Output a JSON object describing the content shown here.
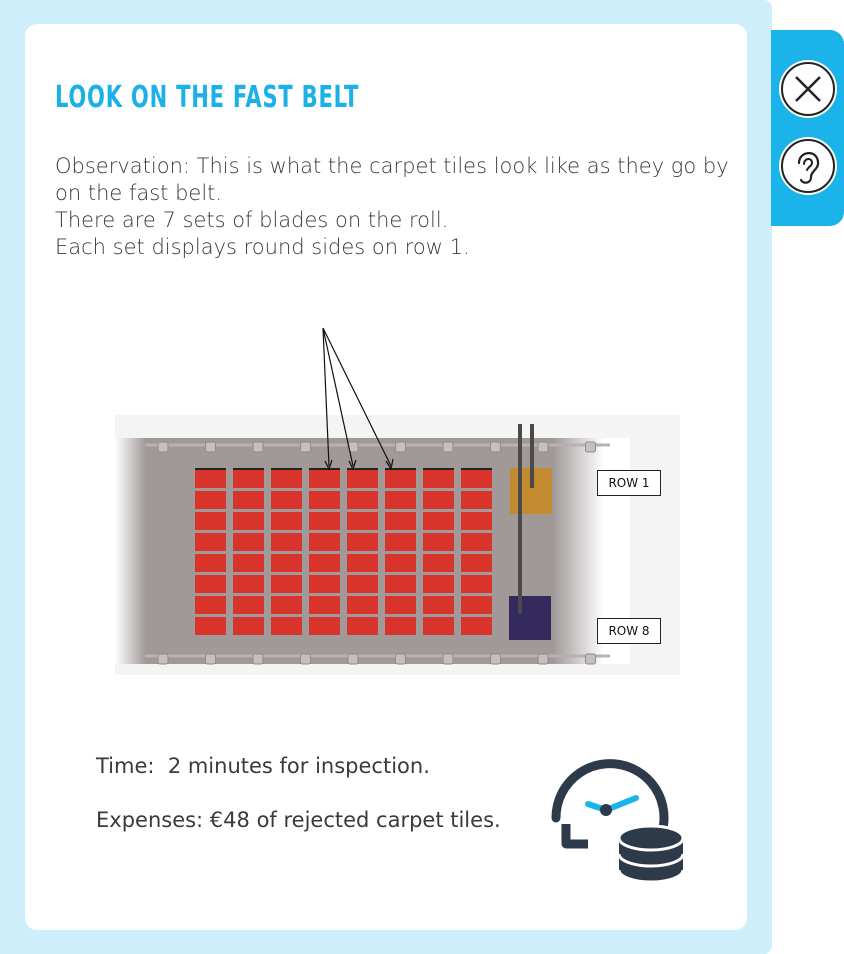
{
  "title": "LOOK ON THE FAST BELT",
  "observation": {
    "line1": "Observation: This is what the carpet tiles look like as they go by",
    "line2": "on the fast belt.",
    "line3": "There are 7 sets of blades on the roll.",
    "line4": "Each set displays round sides on row 1."
  },
  "diagram": {
    "row_top_label": "ROW 1",
    "row_bottom_label": "ROW 8",
    "tile_color": "#d9342b",
    "belt_color": "#a09998"
  },
  "info": {
    "time": "Time:  2 minutes for inspection.",
    "expenses": "Expenses: €48 of rejected carpet tiles."
  },
  "side_buttons": {
    "close_icon": "close-icon",
    "ear_icon": "ear-icon"
  },
  "colors": {
    "accent": "#1ab3ea",
    "frame": "#cdeefa"
  }
}
